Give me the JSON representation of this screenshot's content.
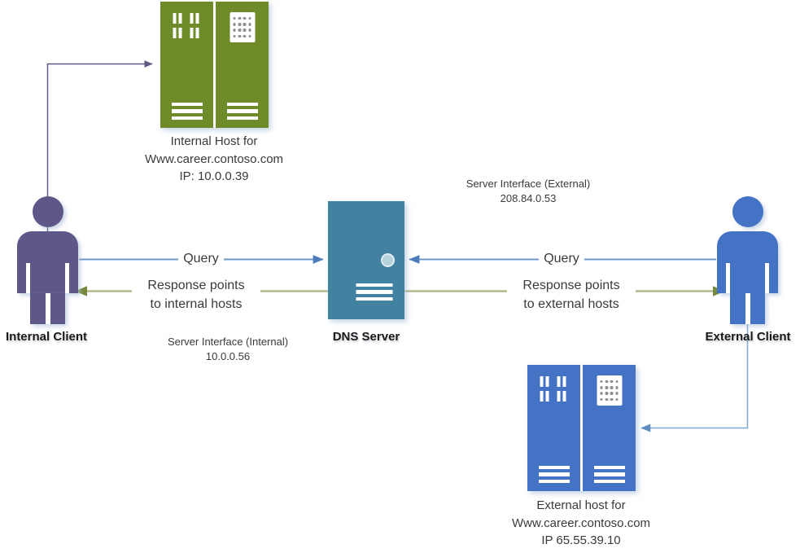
{
  "diagram": {
    "internal_host": {
      "icon": "server-rack-icon",
      "label_lines": [
        "Internal Host for",
        "Www.career.contoso.com",
        "IP: 10.0.0.39"
      ]
    },
    "external_host": {
      "icon": "server-rack-icon",
      "label_lines": [
        "External host for",
        "Www.career.contoso.com",
        "IP 65.55.39.10"
      ]
    },
    "dns_server": {
      "icon": "server-tower-icon",
      "label": "DNS Server"
    },
    "internal_client": {
      "icon": "person-icon",
      "label": "Internal Client"
    },
    "external_client": {
      "icon": "person-icon",
      "label": "External Client"
    },
    "internal_side": {
      "query_label": "Query",
      "response_lines": [
        "Response points",
        "to internal hosts"
      ],
      "interface_lines": [
        "Server Interface (Internal)",
        "10.0.0.56"
      ]
    },
    "external_side": {
      "query_label": "Query",
      "response_lines": [
        "Response points",
        "to external hosts"
      ],
      "interface_lines": [
        "Server Interface (External)",
        "208.84.0.53"
      ]
    },
    "colors": {
      "internal_host_green": "#6f8a28",
      "external_host_blue": "#4472c4",
      "dns_server_teal": "#4281a0",
      "internal_client_purple": "#5e5889",
      "external_client_blue": "#4472c4",
      "query_line_blue": "#6e97ca",
      "query_arrowhead_blue": "#4d7cbc",
      "response_line_green": "#b4b98e",
      "response_arrowhead_green": "#76883a",
      "client_link_purple": "#5f5a82",
      "client_link_light_blue": "#7fa8d2"
    }
  }
}
